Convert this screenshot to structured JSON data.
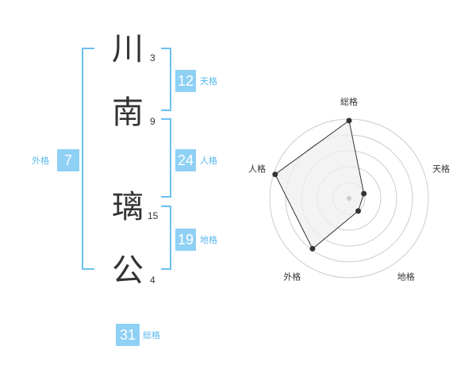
{
  "name": {
    "chars": [
      {
        "char": "川",
        "strokes": "3"
      },
      {
        "char": "南",
        "strokes": "9"
      },
      {
        "char": "璃",
        "strokes": "15"
      },
      {
        "char": "公",
        "strokes": "4"
      }
    ]
  },
  "fortune": {
    "tenkaku": {
      "value": "12",
      "label": "天格"
    },
    "jinkaku": {
      "value": "24",
      "label": "人格"
    },
    "chikaku": {
      "value": "19",
      "label": "地格"
    },
    "gaikaku": {
      "value": "7",
      "label": "外格"
    },
    "soukaku": {
      "value": "31",
      "label": "総格"
    }
  },
  "chart_data": {
    "type": "radar",
    "axes": [
      "総格",
      "天格",
      "地格",
      "外格",
      "人格"
    ],
    "values": [
      5,
      1,
      1,
      4,
      5
    ],
    "max": 5,
    "rings": 5,
    "colors": {
      "fill": "#efefef",
      "stroke": "#333333",
      "ring": "#cccccc",
      "point": "#333333",
      "center": "#cccccc"
    }
  }
}
